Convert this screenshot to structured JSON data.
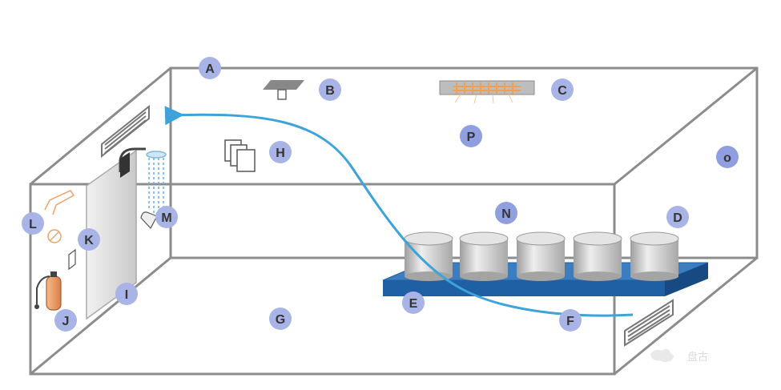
{
  "colors": {
    "room_edge": "#8c8c8c",
    "airflow": "#3da3d9",
    "label_bubble": "#a9b4e6",
    "label_text": "#333333",
    "pallet_top": "#3c7dc0",
    "pallet_side": "#1f5fa3",
    "cylinder": "#cfcfcf",
    "heater": "#f4a86a"
  },
  "labels": [
    {
      "id": "A",
      "text": "A"
    },
    {
      "id": "B",
      "text": "B"
    },
    {
      "id": "C",
      "text": "C"
    },
    {
      "id": "P",
      "text": "P"
    },
    {
      "id": "O",
      "text": "o"
    },
    {
      "id": "H",
      "text": "H"
    },
    {
      "id": "N",
      "text": "N"
    },
    {
      "id": "D",
      "text": "D"
    },
    {
      "id": "L",
      "text": "L"
    },
    {
      "id": "K",
      "text": "K"
    },
    {
      "id": "M",
      "text": "M"
    },
    {
      "id": "I",
      "text": "I"
    },
    {
      "id": "J",
      "text": "J"
    },
    {
      "id": "E",
      "text": "E"
    },
    {
      "id": "G",
      "text": "G"
    },
    {
      "id": "F",
      "text": "F"
    }
  ],
  "icons": [
    "vent-grille-icon",
    "ceiling-lamp-icon",
    "ceiling-heater-icon",
    "document-stack-icon",
    "cylinder-icon",
    "pallet-icon",
    "sprinkler-icon",
    "pipe-icon",
    "gauge-icon",
    "extinguisher-icon",
    "door-panel-icon",
    "airflow-arrow-icon"
  ],
  "watermark": "盘古"
}
